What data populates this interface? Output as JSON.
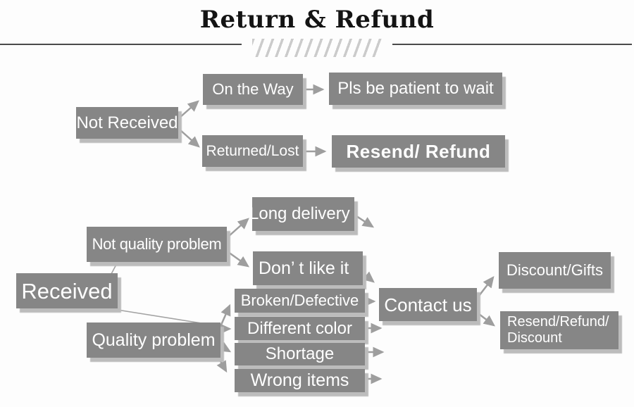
{
  "title": "Return & Refund",
  "colors": {
    "box": "#868686",
    "box_text": "#ffffff",
    "arrow": "#9e9e9e",
    "shadow": "#bcbcbc",
    "title_text": "#141414",
    "rule": "#4a4a4a",
    "hatch": "#cbcbcb",
    "background": "#fdfdfd"
  },
  "nodes": {
    "not_received": "Not Received",
    "on_the_way": "On the Way",
    "pls_be_patient": "Pls be patient to wait",
    "returned_lost": "Returned/Lost",
    "resend_refund": "Resend/ Refund",
    "received": "Received",
    "not_quality_problem": "Not quality problem",
    "long_delivery": "Long delivery",
    "dont_like_it": "Don’ t like it",
    "quality_problem": "Quality problem",
    "broken_defective": "Broken/Defective",
    "different_color": "Different color",
    "shortage": "Shortage",
    "wrong_items": "Wrong items",
    "contact_us": "Contact us",
    "discount_gifts": "Discount/Gifts",
    "resend_refund_discount": {
      "line1": "Resend/Refund/",
      "line2": "Discount"
    }
  },
  "edges": [
    {
      "from": "Not Received",
      "to": "On the Way"
    },
    {
      "from": "Not Received",
      "to": "Returned/Lost"
    },
    {
      "from": "On the Way",
      "to": "Pls be patient to wait"
    },
    {
      "from": "Returned/Lost",
      "to": "Resend/ Refund"
    },
    {
      "from": "Received",
      "to": "Not quality problem"
    },
    {
      "from": "Received",
      "to": "Quality problem"
    },
    {
      "from": "Not quality problem",
      "to": "Long delivery"
    },
    {
      "from": "Not quality problem",
      "to": "Don’ t like it"
    },
    {
      "from": "Long delivery",
      "to": "Contact us"
    },
    {
      "from": "Don’ t like it",
      "to": "Contact us"
    },
    {
      "from": "Quality problem",
      "to": "Broken/Defective"
    },
    {
      "from": "Quality problem",
      "to": "Different color"
    },
    {
      "from": "Quality problem",
      "to": "Shortage"
    },
    {
      "from": "Quality problem",
      "to": "Wrong items"
    },
    {
      "from": "Broken/Defective",
      "to": "Contact us"
    },
    {
      "from": "Different color",
      "to": "Contact us"
    },
    {
      "from": "Shortage",
      "to": "Contact us"
    },
    {
      "from": "Wrong items",
      "to": "Contact us"
    },
    {
      "from": "Contact us",
      "to": "Discount/Gifts"
    },
    {
      "from": "Contact us",
      "to": "Resend/Refund/ Discount"
    }
  ]
}
